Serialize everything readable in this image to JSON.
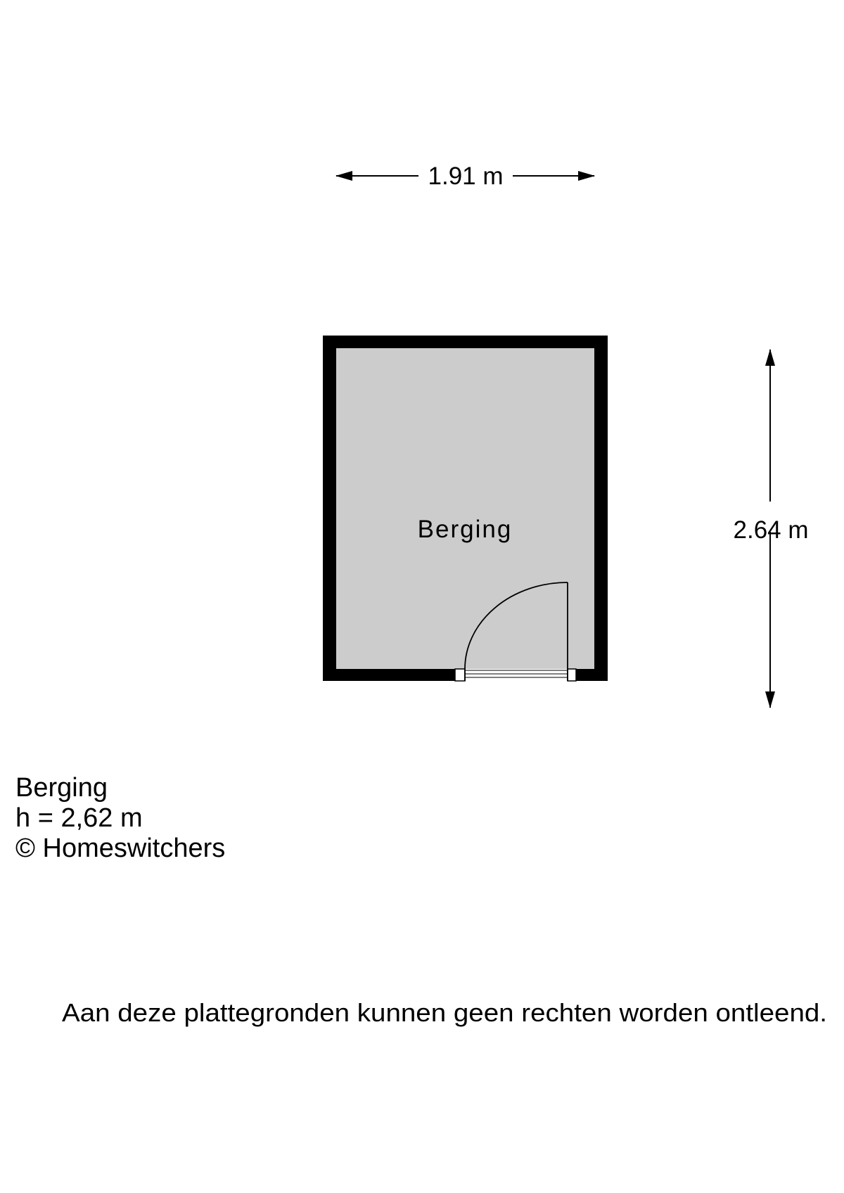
{
  "plan": {
    "room_label": "Berging",
    "width_dimension": "1.91 m",
    "depth_dimension": "2.64 m"
  },
  "info": {
    "room_name": "Berging",
    "height": "h = 2,62 m",
    "copyright": "© Homeswitchers"
  },
  "disclaimer": "Aan deze plattegronden kunnen geen rechten worden ontleend.",
  "colors": {
    "wall": "#000000",
    "floor": "#cccccc",
    "background": "#ffffff"
  }
}
